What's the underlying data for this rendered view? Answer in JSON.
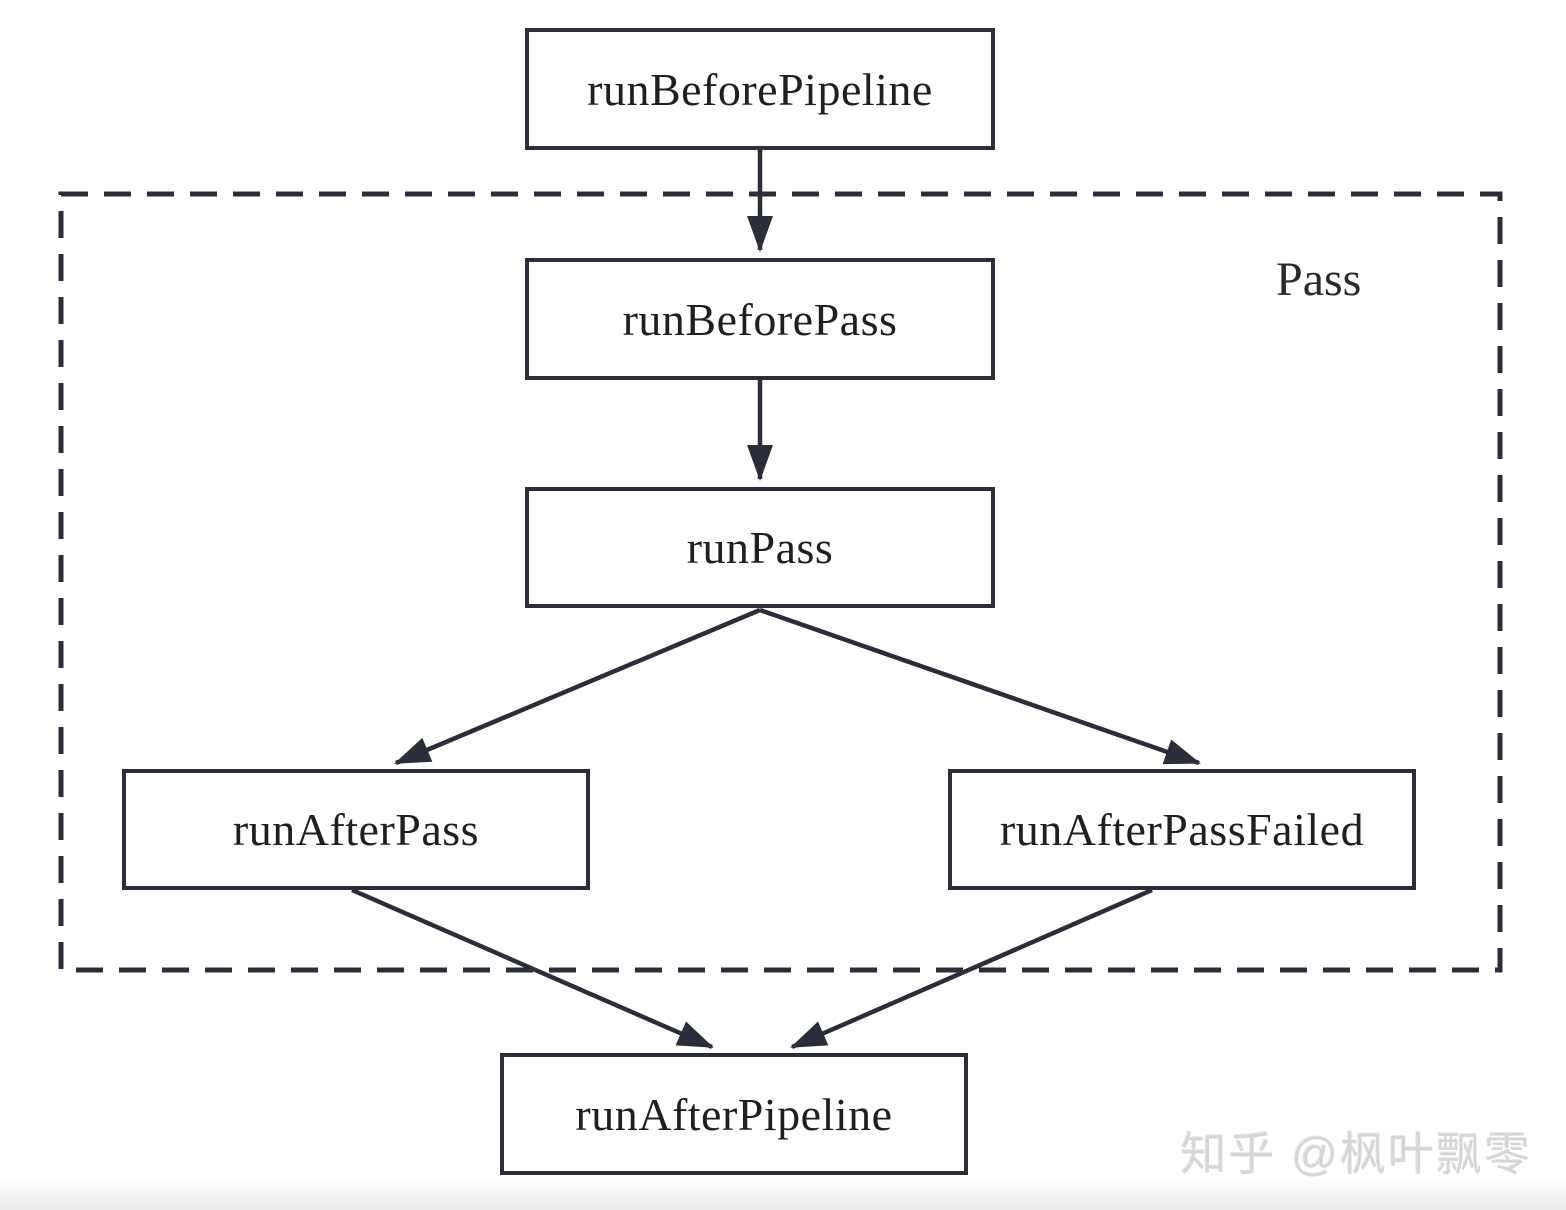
{
  "canvas": {
    "background": "#ffffff"
  },
  "colors": {
    "stroke": "#2b2e38",
    "node_fill": "#ffffff",
    "text": "#1f1f1f",
    "watermark": "#d6d6d6"
  },
  "diagram": {
    "type": "flowchart",
    "group": {
      "label": "Pass",
      "style": "dashed-rectangle"
    },
    "nodes": [
      {
        "id": "runBeforePipeline",
        "label": "runBeforePipeline",
        "in_group": false
      },
      {
        "id": "runBeforePass",
        "label": "runBeforePass",
        "in_group": true
      },
      {
        "id": "runPass",
        "label": "runPass",
        "in_group": true
      },
      {
        "id": "runAfterPass",
        "label": "runAfterPass",
        "in_group": true
      },
      {
        "id": "runAfterPassFailed",
        "label": "runAfterPassFailed",
        "in_group": true
      },
      {
        "id": "runAfterPipeline",
        "label": "runAfterPipeline",
        "in_group": false
      }
    ],
    "edges": [
      {
        "from": "runBeforePipeline",
        "to": "runBeforePass"
      },
      {
        "from": "runBeforePass",
        "to": "runPass"
      },
      {
        "from": "runPass",
        "to": "runAfterPass"
      },
      {
        "from": "runPass",
        "to": "runAfterPassFailed"
      },
      {
        "from": "runAfterPass",
        "to": "runAfterPipeline"
      },
      {
        "from": "runAfterPassFailed",
        "to": "runAfterPipeline"
      }
    ]
  },
  "watermark": {
    "text": "知乎 @枫叶飘零"
  }
}
